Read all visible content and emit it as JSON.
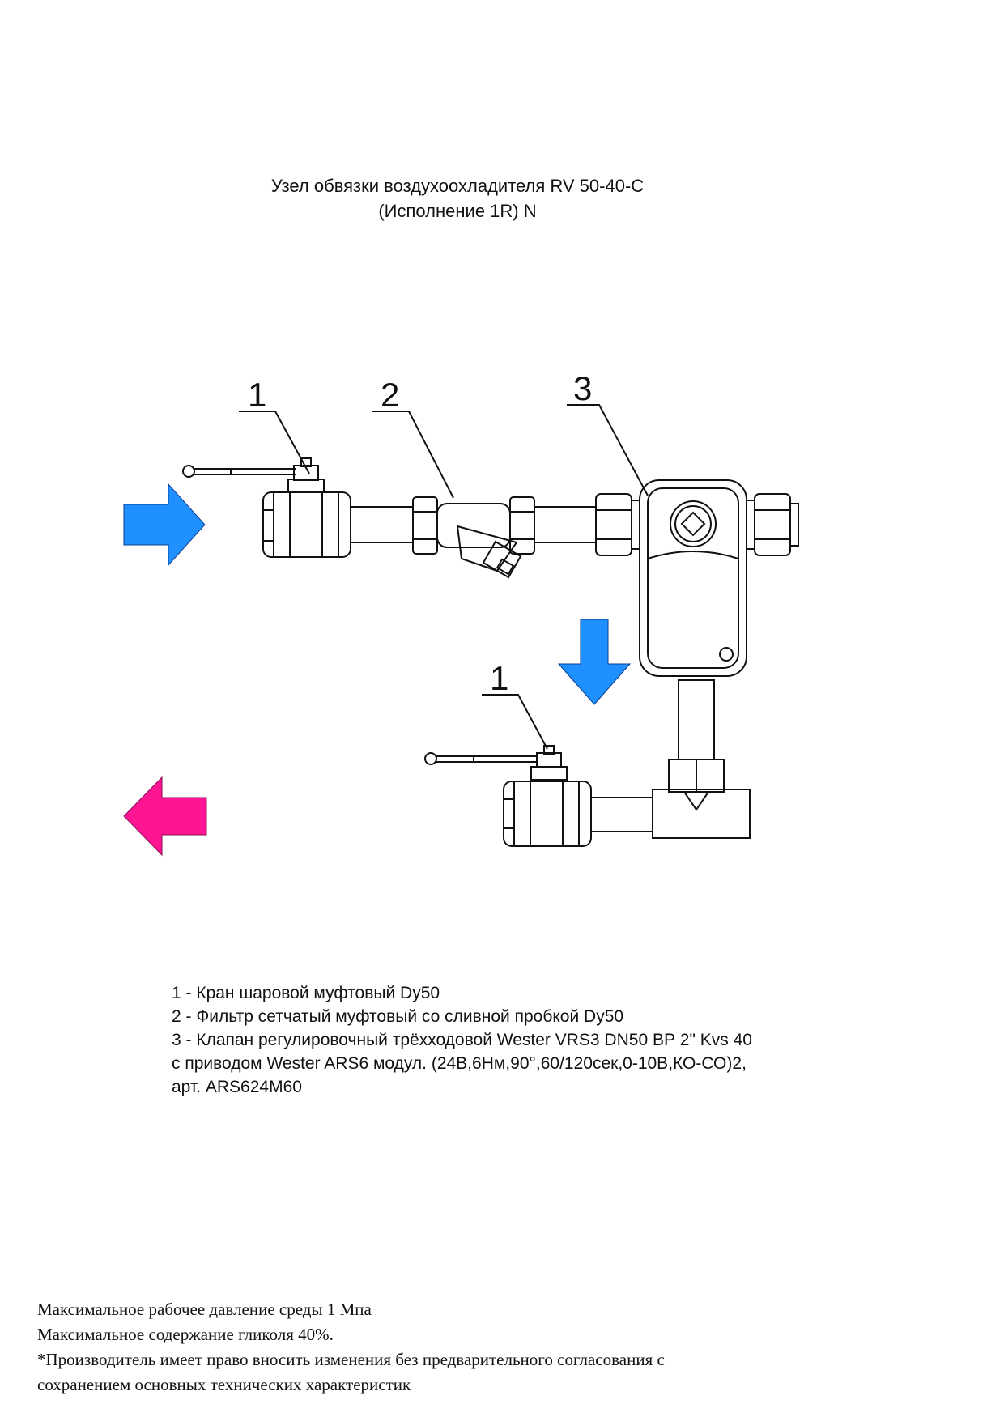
{
  "title": {
    "line1": "Узел обвязки воздухоохладителя RV 50-40-C",
    "line2": "(Исполнение 1R) N"
  },
  "callouts": [
    "1",
    "2",
    "3",
    "1"
  ],
  "legend": [
    "1 - Кран шаровой муфтовый Dy50",
    "2 - Фильтр сетчатый муфтовый со сливной пробкой Dy50",
    "3 - Клапан регулировочный трёхходовой Wester VRS3 DN50 ВР 2\" Kvs 40",
    "с приводом Wester ARS6 модул. (24В,6Нм,90°,60/120сек,0-10В,КО-СО)2,",
    "арт. ARS624M60"
  ],
  "notes": [
    "Максимальное рабочее давление среды 1 Мпа",
    "Максимальное содержание гликоля 40%.",
    "*Производитель имеет право вносить изменения без предварительного согласования с",
    "сохранением основных технических характеристик"
  ],
  "colors": {
    "supply_arrow": "#1e90ff",
    "return_arrow": "#ff1493",
    "line": "#111111"
  },
  "icons": [
    "arrow-right-icon",
    "arrow-down-icon",
    "arrow-left-icon"
  ]
}
